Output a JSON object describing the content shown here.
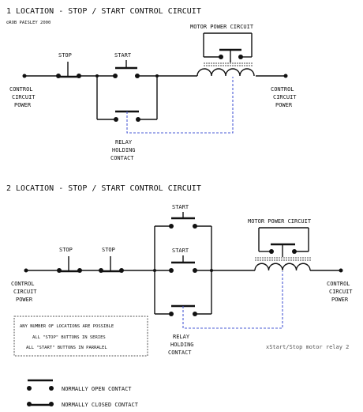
{
  "diagram1": {
    "title": "1 LOCATION - STOP / START CONTROL CIRCUIT",
    "copyright": "©ROB PAISLEY 2000",
    "stop_label": "STOP",
    "start_label": "START",
    "motor_label": "MOTOR POWER CIRCUIT",
    "left_power": [
      "CONTROL",
      "CIRCUIT",
      "POWER"
    ],
    "right_power": [
      "CONTROL",
      "CIRCUIT",
      "POWER"
    ],
    "relay_label": [
      "RELAY",
      "HOLDING",
      "CONTACT"
    ]
  },
  "diagram2": {
    "title": "2 LOCATION - STOP / START CONTROL CIRCUIT",
    "stop1_label": "STOP",
    "stop2_label": "STOP",
    "start1_label": "START",
    "start2_label": "START",
    "motor_label": "MOTOR POWER CIRCUIT",
    "left_power": [
      "CONTROL",
      "CIRCUIT",
      "POWER"
    ],
    "right_power": [
      "CONTROL",
      "CIRCUIT",
      "POWER"
    ],
    "relay_label": [
      "RELAY",
      "HOLDING",
      "CONTACT"
    ],
    "note": [
      "ANY NUMBER OF LOCATIONS ARE POSSIBLE",
      "ALL \"STOP\" BUTTONS IN SERIES",
      "ALL \"START\" BUTTONS IN PARRALEL"
    ],
    "caption": "xStart/Stop motor relay 2"
  },
  "legend": {
    "open": "NORMALLY OPEN CONTACT",
    "closed": "NORMALLY CLOSED CONTACT"
  }
}
